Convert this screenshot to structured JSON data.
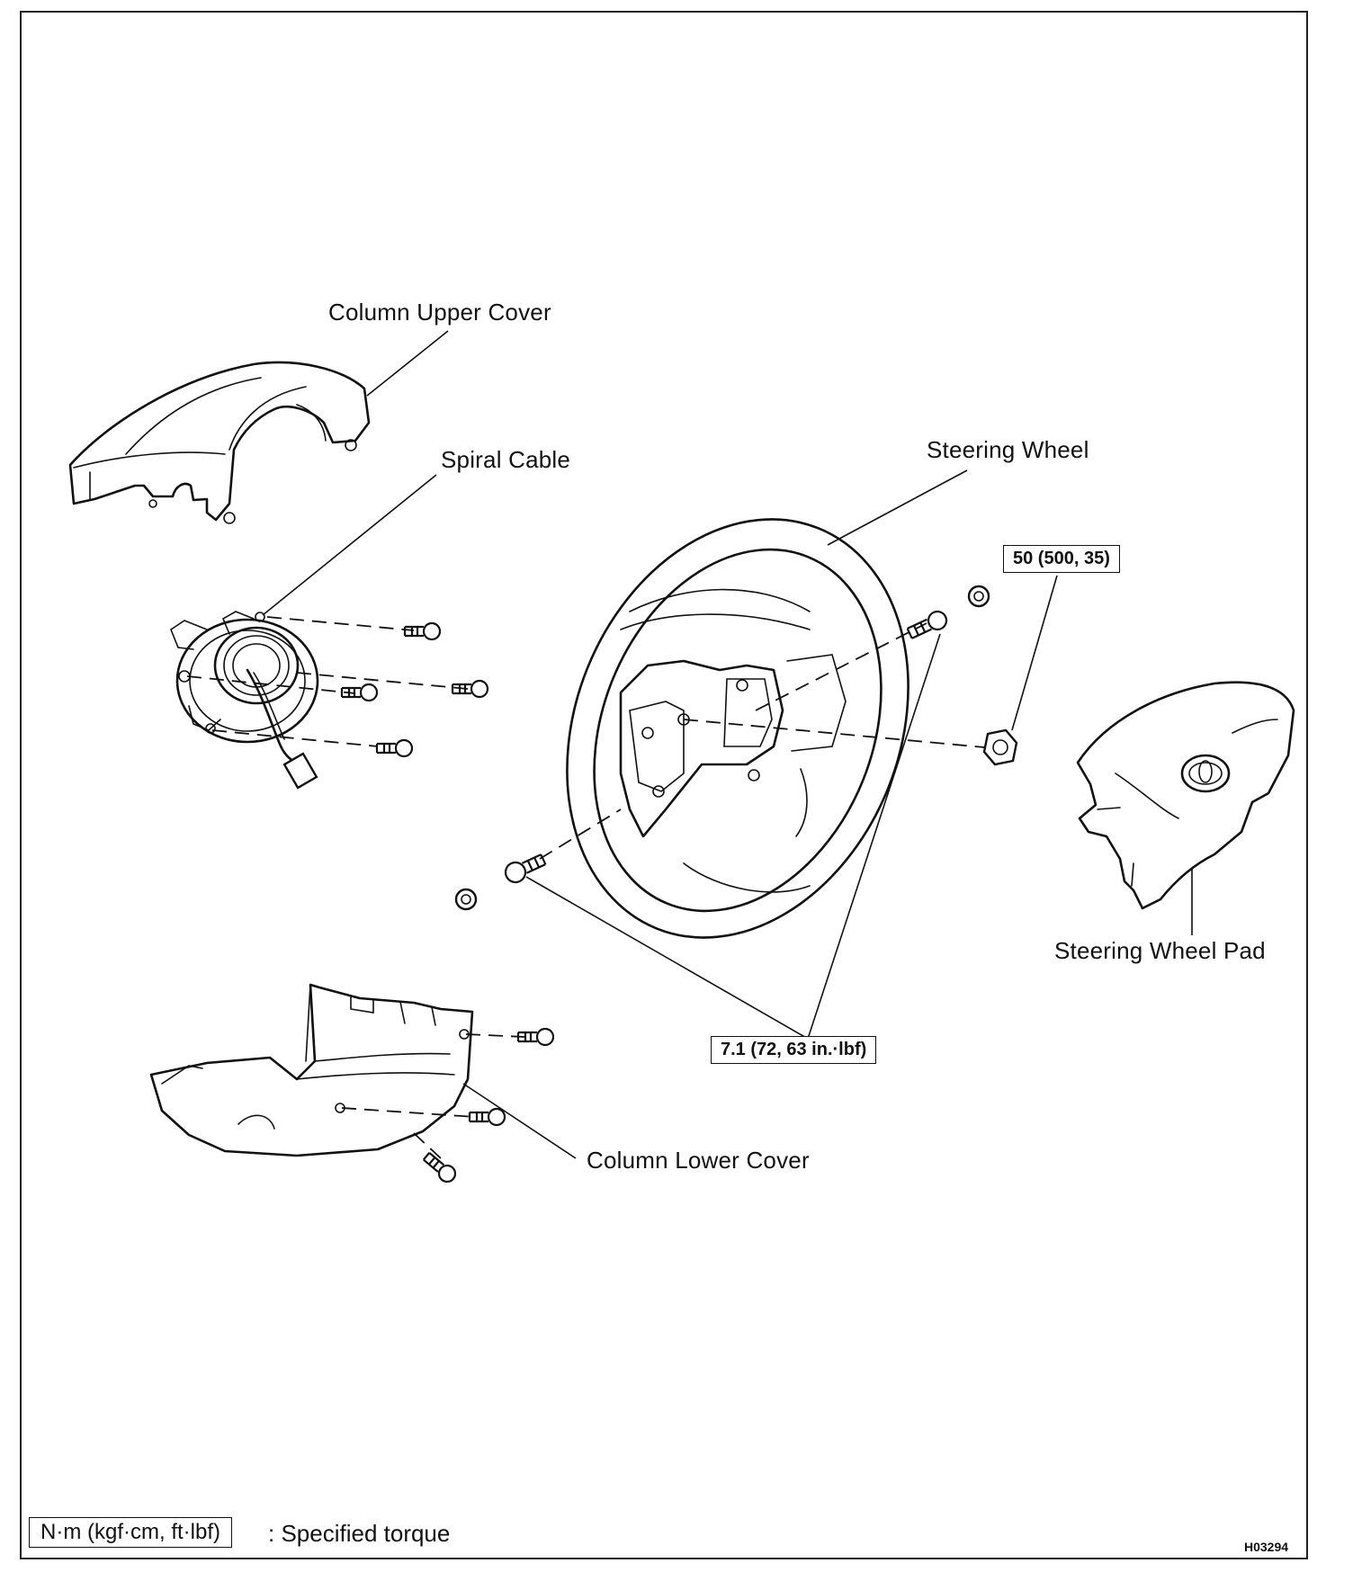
{
  "labels": {
    "column_upper_cover": "Column Upper Cover",
    "spiral_cable": "Spiral Cable",
    "steering_wheel": "Steering Wheel",
    "steering_wheel_pad": "Steering Wheel Pad",
    "column_lower_cover": "Column Lower Cover"
  },
  "torque_specs": {
    "nut_torque": "50 (500, 35)",
    "bolt_torque": "7.1 (72, 63 in.·lbf)"
  },
  "legend": {
    "unit_box": "N·m (kgf·cm, ft·lbf)",
    "description": ": Specified torque"
  },
  "figure_id": "H03294"
}
